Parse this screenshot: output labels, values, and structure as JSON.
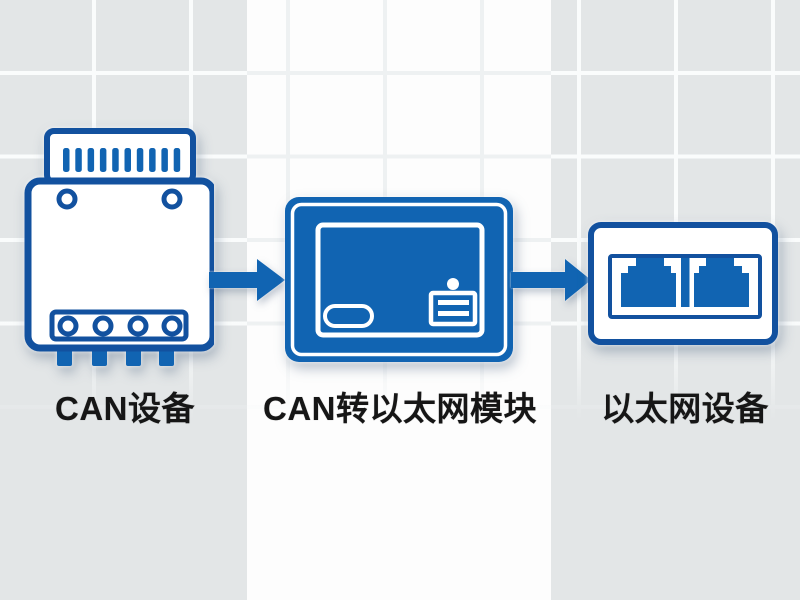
{
  "diagram": {
    "nodes": [
      {
        "id": "can-device",
        "label": "CAN设备",
        "icon": "can-device-icon"
      },
      {
        "id": "can-ethernet-module",
        "label": "CAN转以太网模块",
        "icon": "can-ethernet-module-icon"
      },
      {
        "id": "ethernet-device",
        "label": "以太网设备",
        "icon": "ethernet-device-icon"
      }
    ],
    "connections": [
      {
        "from": "CAN设备",
        "to": "CAN转以太网模块",
        "style": "right-arrow"
      },
      {
        "from": "CAN转以太网模块",
        "to": "以太网设备",
        "style": "right-arrow"
      }
    ]
  },
  "colors": {
    "outline_blue": "#12519f",
    "solid_blue": "#1164b2",
    "label_text": "#161616",
    "tile_gray": "#e3e6e7",
    "tile_white": "#fdfdfd"
  }
}
